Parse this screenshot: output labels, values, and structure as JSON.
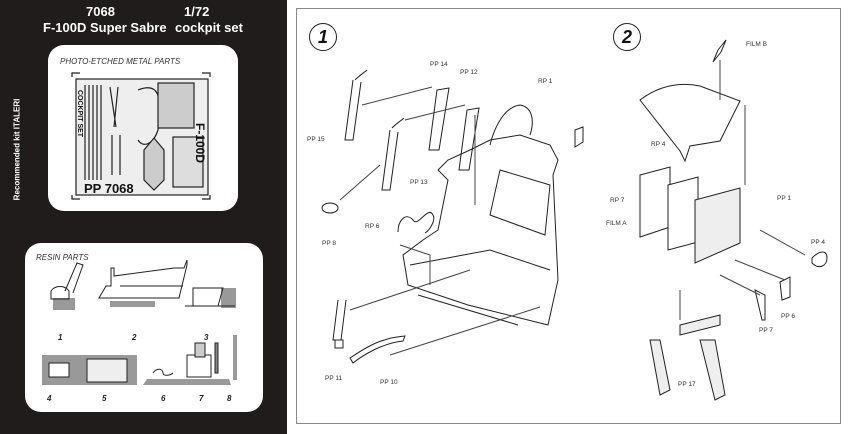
{
  "header": {
    "code": "7068",
    "scale": "1/72",
    "model": "F-100D Super Sabre",
    "set": "cockpit set"
  },
  "side_text": "Recommended kit ITALERI",
  "photo_etched": {
    "title": "PHOTO-ETCHED METAL PARTS",
    "fret_label": "PP 7068",
    "fret_name": "F-100D",
    "fret_side": "COCKPIT SET"
  },
  "resin": {
    "title": "RESIN PARTS",
    "numbers": [
      "1",
      "2",
      "3",
      "4",
      "5",
      "6",
      "7",
      "8"
    ]
  },
  "step1": {
    "number": "1",
    "labels": {
      "pp14": "PP 14",
      "pp12": "PP 12",
      "rp1": "RP 1",
      "pp15": "PP 15",
      "pp13": "PP 13",
      "pp8": "PP 8",
      "rp6": "RP 6",
      "pp11": "PP 11",
      "pp10": "PP 10"
    }
  },
  "step2": {
    "number": "2",
    "labels": {
      "filmb": "FILM B",
      "rp4": "RP 4",
      "rp7": "RP 7",
      "pp1": "PP 1",
      "filma": "FILM A",
      "pp4": "PP 4",
      "pp6": "PP 6",
      "pp7": "PP 7",
      "pp17": "PP 17"
    }
  }
}
